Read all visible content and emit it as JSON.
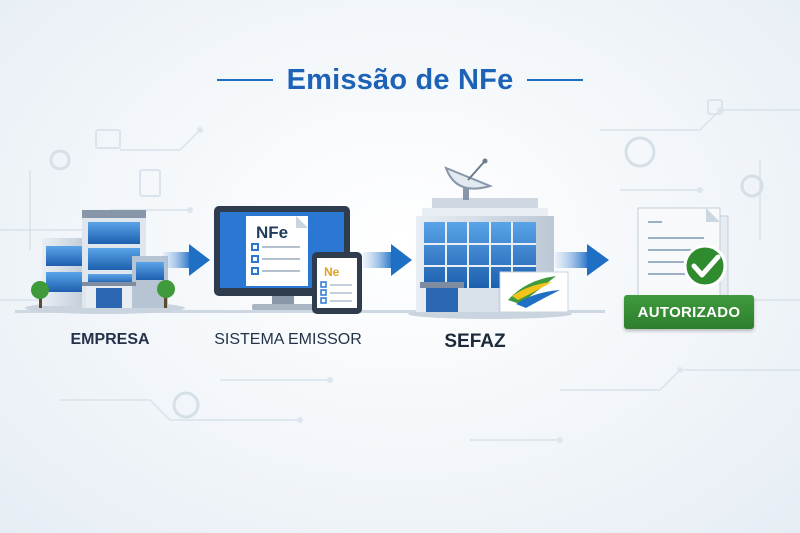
{
  "title": "Emissão de NFe",
  "steps": [
    {
      "label": "EMPRESA"
    },
    {
      "label": "SISTEMA EMISSOR",
      "screen_text": "NFe",
      "tablet_text": "Ne"
    },
    {
      "label": "SEFAZ"
    },
    {
      "badge": "AUTORIZADO"
    }
  ],
  "colors": {
    "accent": "#1c63b8",
    "arrow": "#1f6fc4",
    "success": "#2e7f2e",
    "check_icon": "#2e8b2e"
  },
  "icons": [
    "office-building-icon",
    "computer-monitor-icon",
    "tablet-icon",
    "government-building-icon",
    "satellite-dish-icon",
    "document-check-icon",
    "arrow-right-icon"
  ]
}
